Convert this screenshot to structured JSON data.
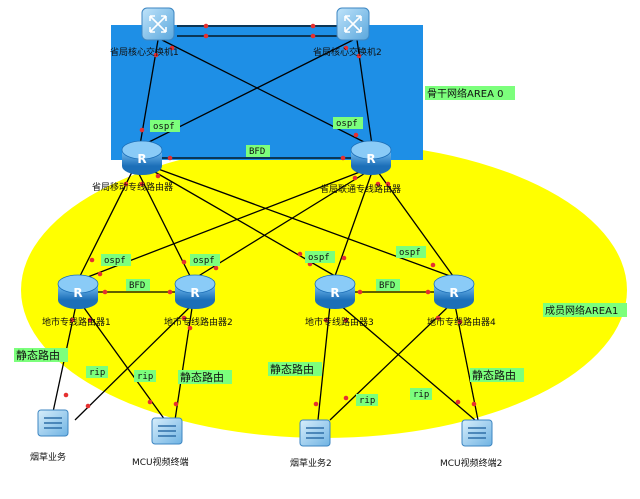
{
  "colors": {
    "backbone_fill": "#1E8FE6",
    "yellow_area": "#FFFF00",
    "link": "#000000",
    "port_dot": "#E53030",
    "tag_bg": "#7CFF7C",
    "device_blue": "#2E8FD8"
  },
  "areas": {
    "backbone": "骨干网络AREA 0",
    "member": "成员网络AREA1"
  },
  "nodes": {
    "core_sw1": "省局核心交换机1",
    "core_sw2": "省局核心交换机2",
    "mobile_router": "省局移动专线路由器",
    "unicom_router": "省局联通专线路由器",
    "city_router1": "地市专线路由器1",
    "city_router2": "地市专线路由器2",
    "city_router3": "地市专线路由器3",
    "city_router4": "地市专线路由器4",
    "tobacco1": "烟草业务",
    "mcu1": "MCU视频终端",
    "tobacco2": "烟草业务2",
    "mcu2": "MCU视频终端2"
  },
  "link_labels": {
    "ospf_a": "ospf",
    "ospf_b": "ospf",
    "bfd_core": "BFD",
    "ospf_c": "ospf",
    "ospf_d": "ospf",
    "ospf_e": "ospf",
    "ospf_f": "ospf",
    "bfd_left": "BFD",
    "bfd_right": "BFD",
    "static_1": "静态路由",
    "static_2": "静态路由",
    "static_3": "静态路由",
    "static_4": "静态路由",
    "rip_1": "rip",
    "rip_2": "rip",
    "rip_3": "rip",
    "rip_4": "rip"
  }
}
